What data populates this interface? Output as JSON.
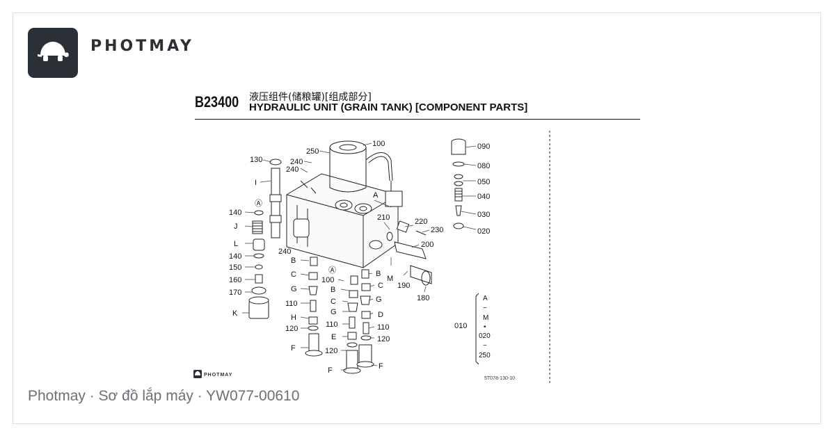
{
  "brand": {
    "name": "PHOTMAY",
    "mini_name": "PHOTMAY"
  },
  "header": {
    "code": "B23400",
    "title_cn": "液压组件(储粮罐)[组成部分]",
    "title_en": "HYDRAULIC UNIT (GRAIN TANK) [COMPONENT PARTS]"
  },
  "callouts": [
    "130",
    "250",
    "240",
    "240",
    "100",
    "I",
    "A",
    "140",
    "Ⓐ",
    "J",
    "L",
    "140",
    "150",
    "160",
    "170",
    "K",
    "210",
    "220",
    "230",
    "200",
    "240",
    "B",
    "C",
    "G",
    "Ⓐ",
    "100",
    "B",
    "B",
    "C",
    "C",
    "G",
    "110",
    "H",
    "120",
    "G",
    "110",
    "D",
    "110",
    "E",
    "120",
    "120",
    "F",
    "F",
    "F",
    "M",
    "190",
    "180",
    "090",
    "080",
    "050",
    "040",
    "030",
    "020"
  ],
  "range_note": {
    "label": "010",
    "items": [
      "A",
      "~",
      "M",
      "•",
      "020",
      "~",
      "250"
    ]
  },
  "drawing_number": "5T078-130-10",
  "footer": {
    "caption": "Photmay · Sơ đồ lắp máy · YW077-00610"
  }
}
